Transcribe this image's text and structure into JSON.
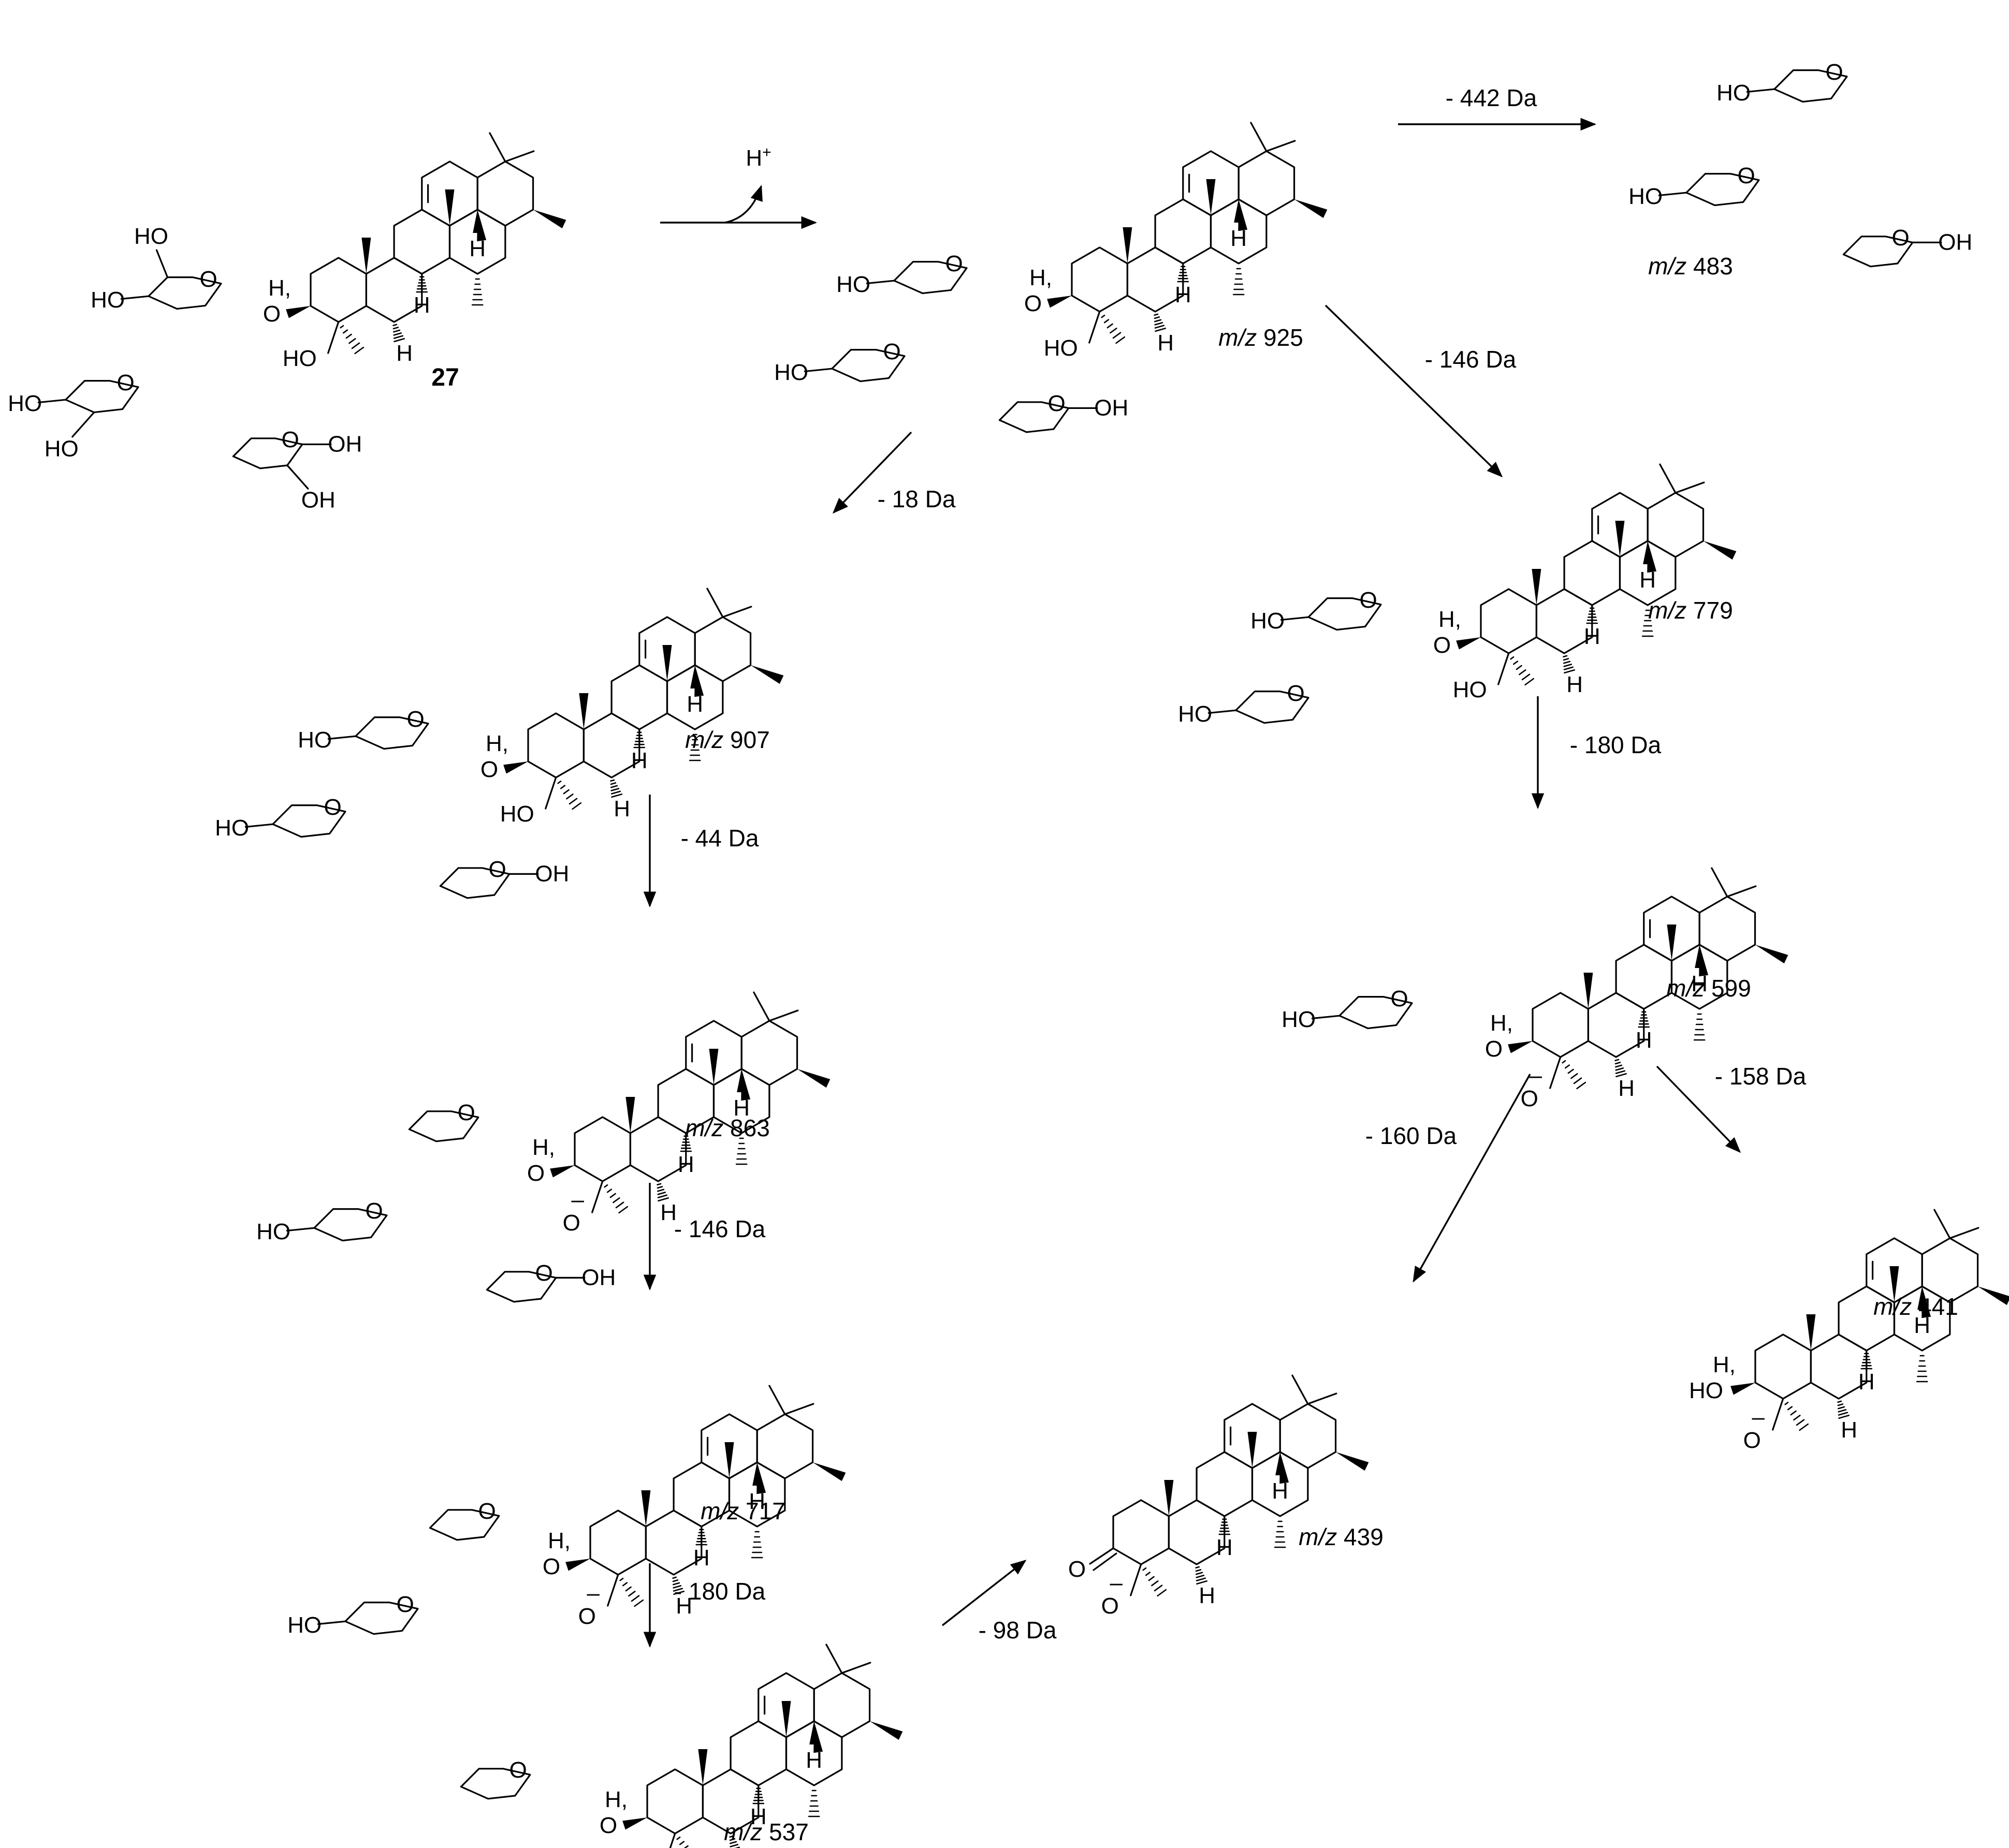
{
  "reagent": {
    "label": "H",
    "charge": "+"
  },
  "compound_label": "27",
  "atom_labels": {
    "OH": "OH",
    "HO": "HO",
    "O": "O",
    "H": "H",
    "minus": "–"
  },
  "ions": [
    {
      "id": "925",
      "mz_prefix": "m/z",
      "mz": "925"
    },
    {
      "id": "483",
      "mz_prefix": "m/z",
      "mz": "483"
    },
    {
      "id": "779",
      "mz_prefix": "m/z",
      "mz": "779"
    },
    {
      "id": "907",
      "mz_prefix": "m/z",
      "mz": "907"
    },
    {
      "id": "599",
      "mz_prefix": "m/z",
      "mz": "599"
    },
    {
      "id": "863",
      "mz_prefix": "m/z",
      "mz": "863"
    },
    {
      "id": "441",
      "mz_prefix": "m/z",
      "mz": "441"
    },
    {
      "id": "717",
      "mz_prefix": "m/z",
      "mz": "717"
    },
    {
      "id": "439",
      "mz_prefix": "m/z",
      "mz": "439"
    },
    {
      "id": "537",
      "mz_prefix": "m/z",
      "mz": "537"
    }
  ],
  "losses": [
    {
      "from": "925",
      "to": "483",
      "label": "- 442 Da"
    },
    {
      "from": "925",
      "to": "779",
      "label": "- 146 Da"
    },
    {
      "from": "925",
      "to": "907",
      "label": "- 18 Da"
    },
    {
      "from": "779",
      "to": "599",
      "label": "- 180 Da"
    },
    {
      "from": "907",
      "to": "863",
      "label": "- 44 Da"
    },
    {
      "from": "599",
      "to": "441",
      "label": "- 158 Da"
    },
    {
      "from": "599",
      "to": "439",
      "label": "- 160 Da"
    },
    {
      "from": "863",
      "to": "717",
      "label": "- 146 Da"
    },
    {
      "from": "717",
      "to": "537",
      "label": "- 180 Da"
    },
    {
      "from": "537",
      "to": "439",
      "label": "- 98 Da"
    }
  ]
}
